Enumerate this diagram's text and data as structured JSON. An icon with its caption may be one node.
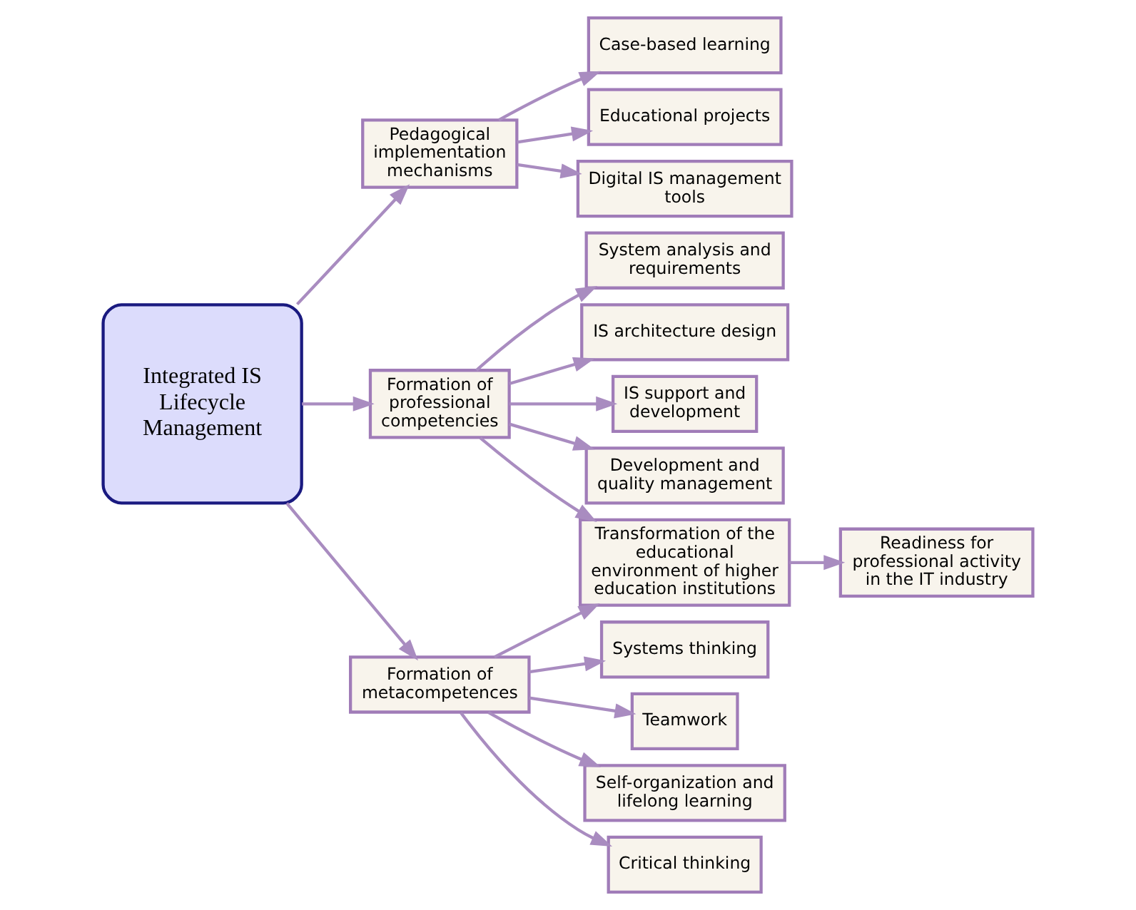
{
  "diagram": {
    "nodes": [
      {
        "text": [
          "Integrated IS Lifecycle Management"
        ]
      },
      {
        "text": [
          "Pedagogical implementation mechanisms"
        ]
      },
      {
        "text": [
          "Formation of professional competencies"
        ]
      },
      {
        "text": [
          "Formation of metacompetences"
        ]
      },
      {
        "text": [
          "Case-based learning"
        ]
      },
      {
        "text": [
          "Educational projects"
        ]
      },
      {
        "text": [
          "Digital IS management tools"
        ]
      },
      {
        "text": [
          "System analysis and requirements"
        ]
      },
      {
        "text": [
          "IS architecture design"
        ]
      },
      {
        "text": [
          "IS support and development"
        ]
      },
      {
        "text": [
          "Development and quality management"
        ]
      },
      {
        "text": [
          "Transformation of the educational environment of higher education institutions"
        ]
      },
      {
        "text": [
          "Readiness for professional activity in the IT industry"
        ]
      },
      {
        "text": [
          "Systems thinking"
        ]
      },
      {
        "text": [
          "Teamwork"
        ]
      },
      {
        "text": [
          "Self-organization and lifelong learning"
        ]
      },
      {
        "text": [
          "Critical thinking"
        ]
      }
    ],
    "edges": [
      {
        "from": 0,
        "to": 1,
        "arrow": "to"
      },
      {
        "from": 0,
        "to": 2,
        "arrow": "to"
      },
      {
        "from": 0,
        "to": 3,
        "arrow": "to"
      },
      {
        "from": 1,
        "to": 4,
        "arrow": "to"
      },
      {
        "from": 1,
        "to": 5,
        "arrow": "to"
      },
      {
        "from": 1,
        "to": 6,
        "arrow": "to"
      },
      {
        "from": 2,
        "to": 7,
        "arrow": "to"
      },
      {
        "from": 2,
        "to": 8,
        "arrow": "to"
      },
      {
        "from": 2,
        "to": 9,
        "arrow": "to"
      },
      {
        "from": 2,
        "to": 10,
        "arrow": "to"
      },
      {
        "from": 2,
        "to": 11,
        "arrow": "to"
      },
      {
        "from": 3,
        "to": 11,
        "arrow": "to"
      },
      {
        "from": 11,
        "to": 12,
        "arrow": "to"
      },
      {
        "from": 3,
        "to": 13,
        "arrow": "to"
      },
      {
        "from": 3,
        "to": 14,
        "arrow": "to"
      },
      {
        "from": 3,
        "to": 15,
        "arrow": "to"
      },
      {
        "from": 3,
        "to": 16,
        "arrow": "to"
      }
    ]
  }
}
